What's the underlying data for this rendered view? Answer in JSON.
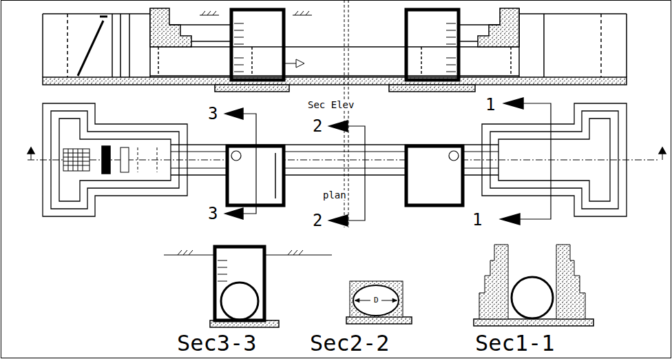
{
  "diagram": {
    "labels": [
      "Sec Elev",
      "3",
      "2",
      "1",
      "plan",
      "3",
      "2",
      "1",
      "D",
      "Sec3-3",
      "Sec2-2",
      "Sec1-1"
    ]
  }
}
